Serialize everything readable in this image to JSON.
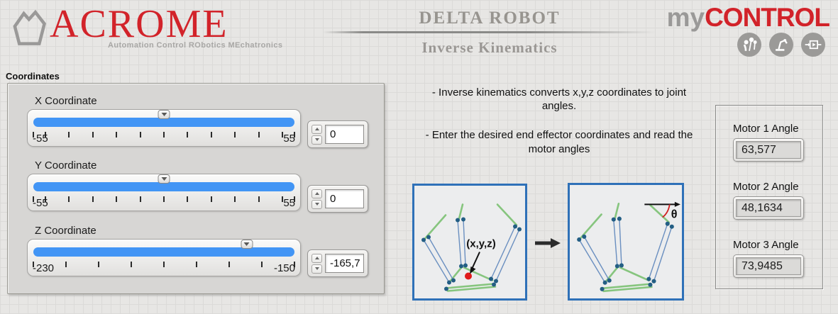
{
  "header": {
    "acrome": {
      "name": "ACROME",
      "tagline": "Automation Control RObotics MEchatronics"
    },
    "title": "DELTA ROBOT",
    "subtitle": "Inverse Kinematics",
    "mycontrol": {
      "prefix": "my",
      "suffix": "CONTROL"
    }
  },
  "coordinates": {
    "group_label": "Coordinates",
    "sliders": [
      {
        "label": "X Coordinate",
        "min": "-55",
        "max": "55",
        "value": "0",
        "thumb_pct": 50,
        "ticks_pct": [
          0,
          4.5,
          13.6,
          22.7,
          31.8,
          40.9,
          50,
          59.1,
          68.2,
          77.3,
          86.4,
          95.5,
          100
        ]
      },
      {
        "label": "Y Coordinate",
        "min": "-55",
        "max": "55",
        "value": "0",
        "thumb_pct": 50,
        "ticks_pct": [
          0,
          4.5,
          13.6,
          22.7,
          31.8,
          40.9,
          50,
          59.1,
          68.2,
          77.3,
          86.4,
          95.5,
          100
        ]
      },
      {
        "label": "Z Coordinate",
        "min": "-230",
        "max": "-150",
        "value": "-165,7",
        "thumb_pct": 80.4,
        "ticks_pct": [
          0,
          12.5,
          25,
          37.5,
          50,
          62.5,
          75,
          87.5,
          100
        ]
      }
    ]
  },
  "instructions": {
    "line1": "- Inverse kinematics converts x,y,z coordinates to joint angles.",
    "line2": "- Enter the desired end effector coordinates and read the motor angles"
  },
  "diagrams": {
    "xyz_label": "(x,y,z)",
    "theta_label": "θ"
  },
  "motors": [
    {
      "label": "Motor 1 Angle",
      "value": "63,577"
    },
    {
      "label": "Motor 2 Angle",
      "value": "48,1634"
    },
    {
      "label": "Motor 3 Angle",
      "value": "73,9485"
    }
  ],
  "colors": {
    "accent_blue": "#4295f5",
    "brand_red": "#d2232a",
    "logo_gray": "#9a9998"
  }
}
